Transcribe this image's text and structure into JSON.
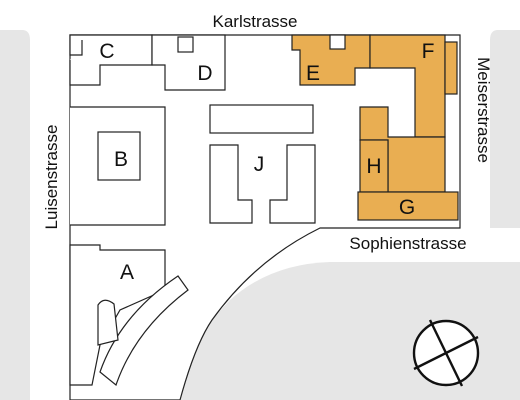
{
  "map": {
    "streets": {
      "north": "Karlstrasse",
      "west": "Luisenstrasse",
      "east": "Meiserstrasse",
      "south": "Sophienstrasse"
    },
    "buildings": {
      "a": "A",
      "b": "B",
      "c": "C",
      "d": "D",
      "e": "E",
      "f": "F",
      "g": "G",
      "h": "H",
      "j": "J"
    },
    "colors": {
      "background": "#ffffff",
      "road": "#e6e6e6",
      "highlight": "#e9ae52",
      "outline": "#222222"
    },
    "icons": {
      "compass": "compass-icon"
    }
  }
}
